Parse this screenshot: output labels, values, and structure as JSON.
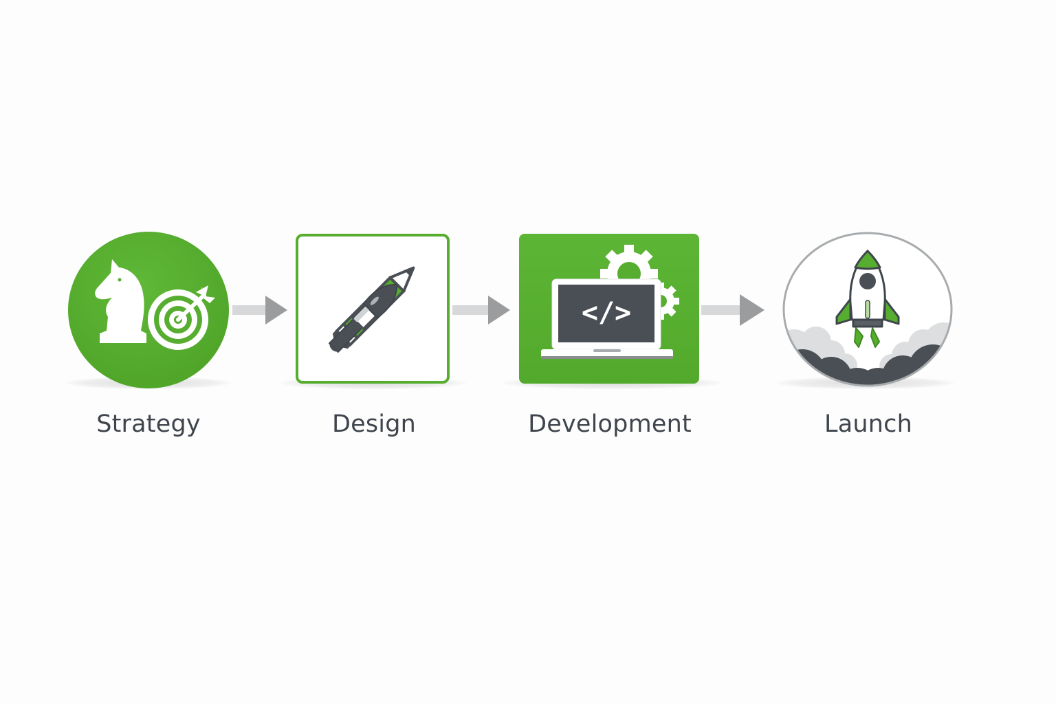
{
  "diagram": {
    "type": "process-flow",
    "direction": "left-to-right",
    "colors": {
      "accent_green": "#56ad2f",
      "dark_gray": "#4a4f55",
      "arrow_gray": "#9a9c9e",
      "arrow_shaft": "#d6d8da",
      "label_text": "#3f454c",
      "background": "#fdfdfd"
    },
    "steps": [
      {
        "label": "Strategy",
        "shape": "circle-filled-green",
        "icons": [
          "chess-knight-icon",
          "target-dart-icon"
        ]
      },
      {
        "label": "Design",
        "shape": "square-outlined-green",
        "icons": [
          "pencil-icon",
          "paintbrush-icon"
        ]
      },
      {
        "label": "Development",
        "shape": "square-filled-green",
        "icons": [
          "laptop-code-icon",
          "gears-icon"
        ]
      },
      {
        "label": "Launch",
        "shape": "circle-outlined-gray",
        "icons": [
          "rocket-icon",
          "clouds-icon"
        ]
      }
    ],
    "connectors": [
      {
        "from": "Strategy",
        "to": "Design",
        "icon": "arrow-right-icon"
      },
      {
        "from": "Design",
        "to": "Development",
        "icon": "arrow-right-icon"
      },
      {
        "from": "Development",
        "to": "Launch",
        "icon": "arrow-right-icon"
      }
    ],
    "code_symbol": "</>"
  }
}
